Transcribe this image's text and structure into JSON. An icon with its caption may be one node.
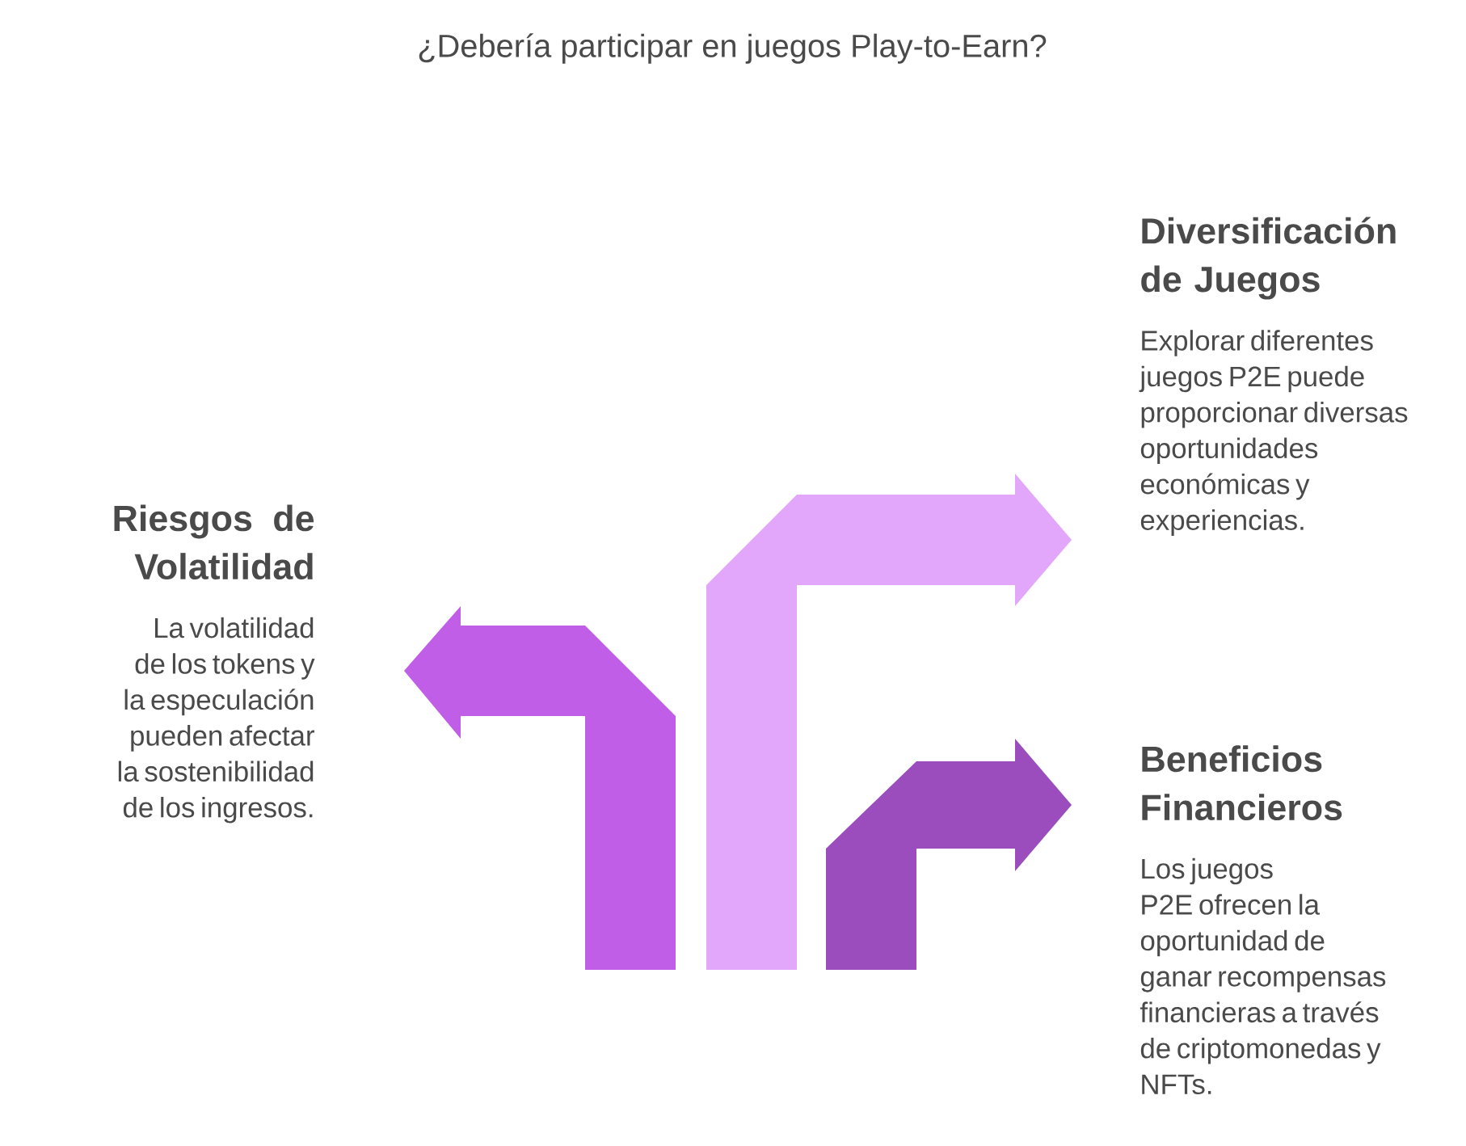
{
  "diagram": {
    "title": "¿Debería participar en juegos Play-to-Earn?",
    "nodes": [
      {
        "text": [
          "Diversificación de Juegos",
          "Explorar diferentes juegos P2E puede proporcionar diversas oportunidades económicas y experiencias."
        ]
      },
      {
        "text": [
          "Riesgos de Volatilidad",
          "La volatilidad de los tokens y la especulación pueden afectar la sostenibilidad de los ingresos."
        ]
      },
      {
        "text": [
          "Beneficios Financieros",
          "Los juegos P2E ofrecen la oportunidad de ganar recompensas financieras a través de criptomonedas y NFTs."
        ]
      }
    ]
  }
}
